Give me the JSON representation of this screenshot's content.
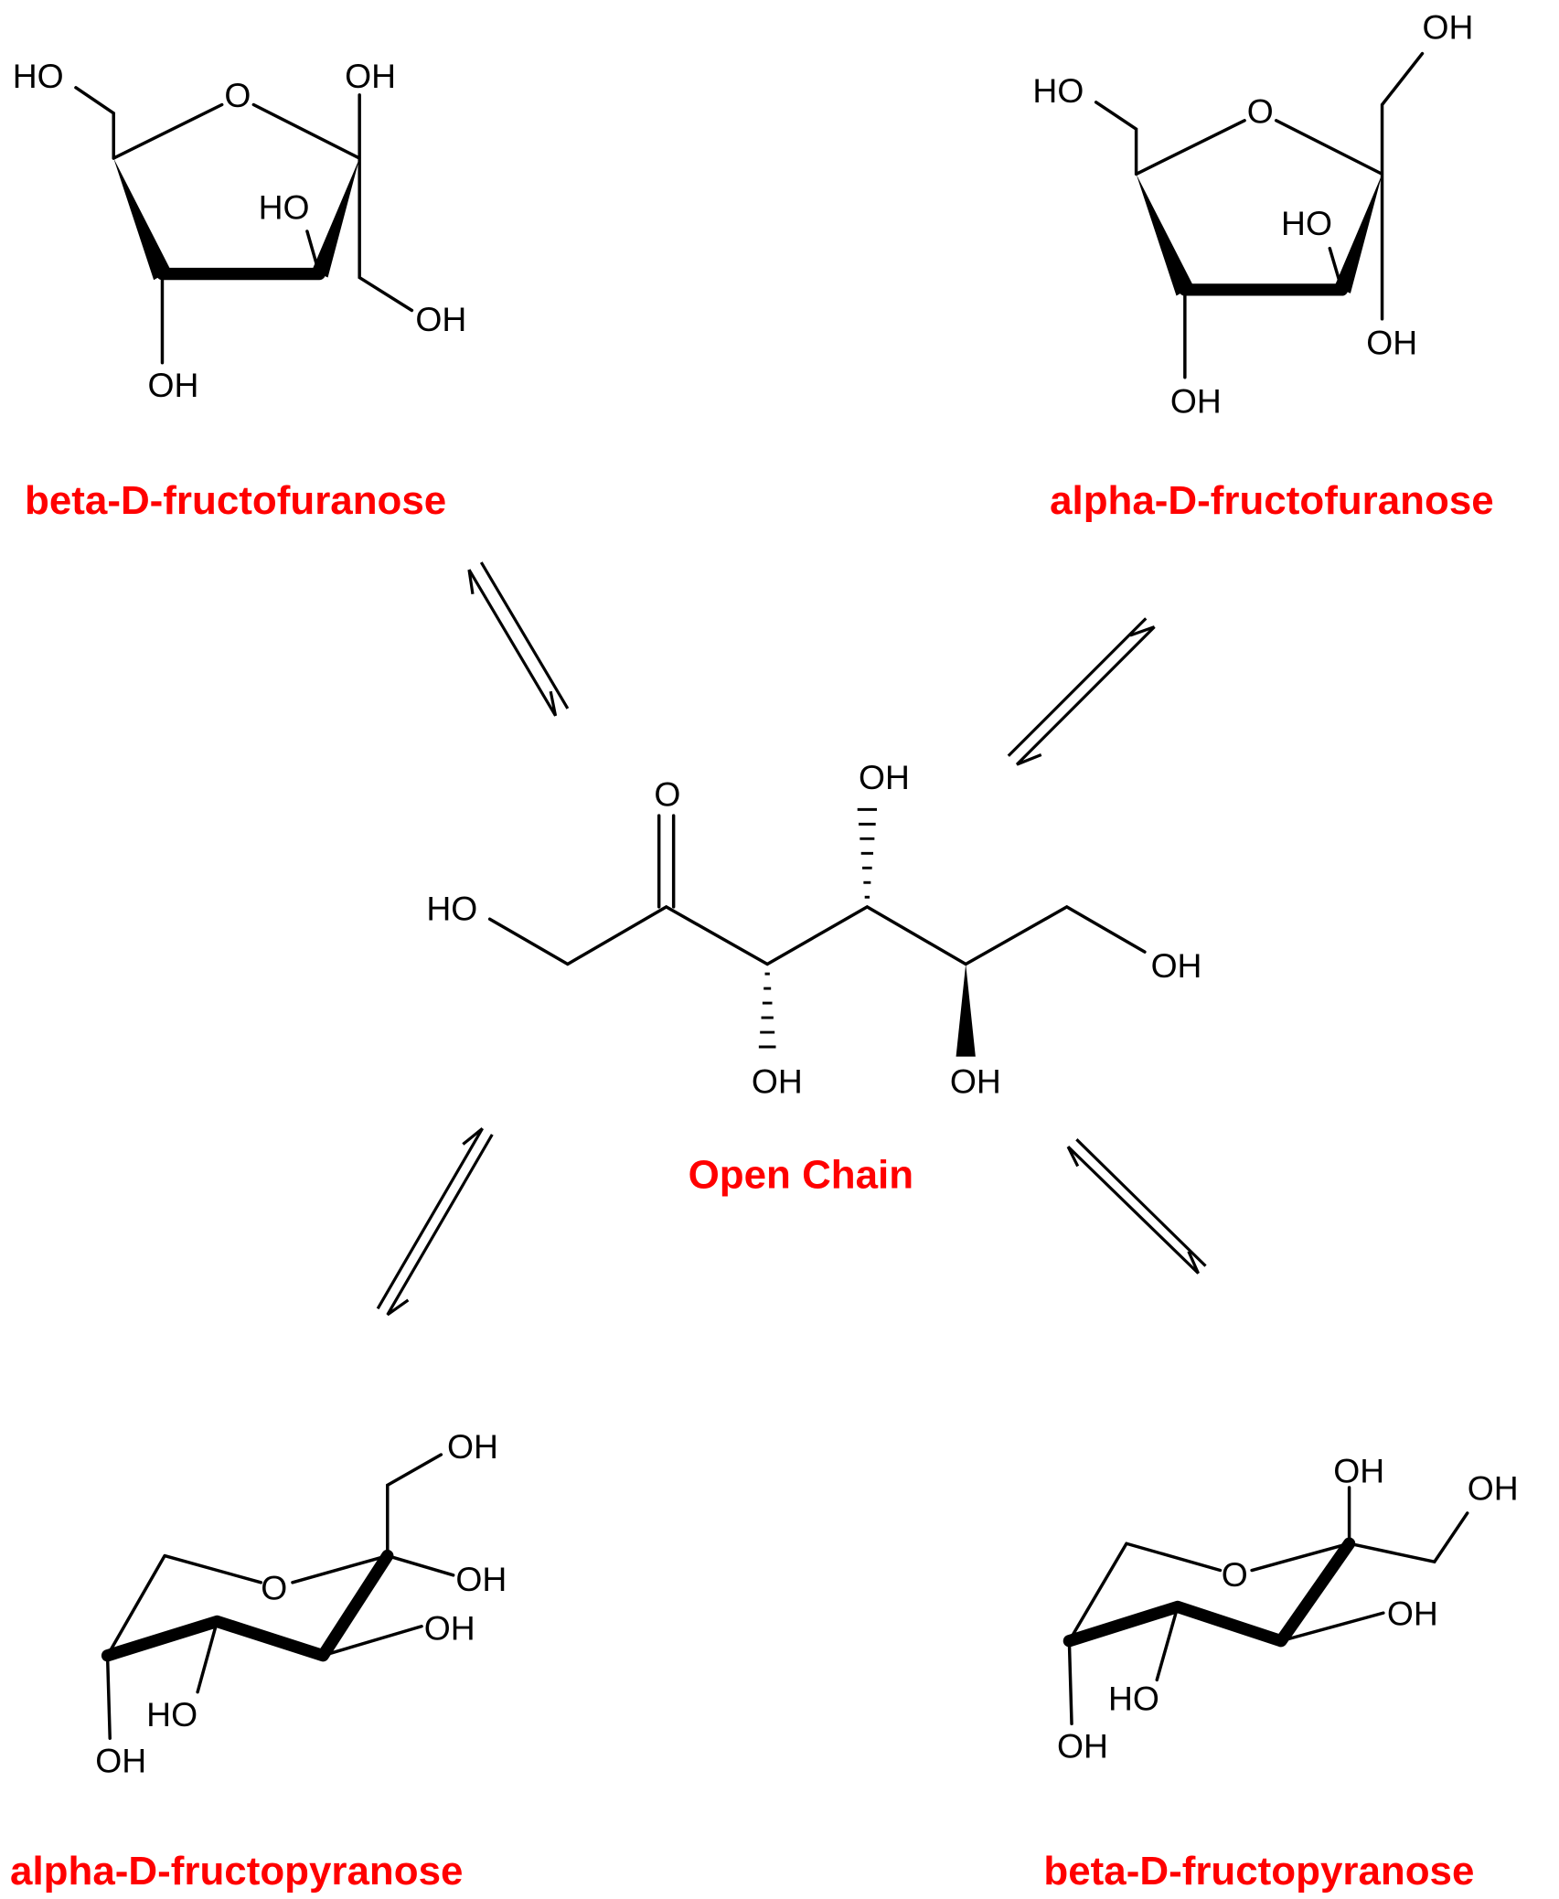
{
  "colors": {
    "label": "#FF0000",
    "bond": "#000000"
  },
  "structures": {
    "beta_furanose": {
      "name": "beta-D-fructofuranose",
      "atoms": [
        "HO",
        "O",
        "OH",
        "HO",
        "OH",
        "OH"
      ]
    },
    "alpha_furanose": {
      "name": "alpha-D-fructofuranose",
      "atoms": [
        "HO",
        "O",
        "OH",
        "HO",
        "OH",
        "OH"
      ]
    },
    "open_chain": {
      "name": "Open Chain",
      "atoms": [
        "HO",
        "O",
        "OH",
        "OH",
        "OH",
        "OH"
      ]
    },
    "alpha_pyranose": {
      "name": "alpha-D-fructopyranose",
      "atoms": [
        "O",
        "OH",
        "OH",
        "OH",
        "HO",
        "OH"
      ]
    },
    "beta_pyranose": {
      "name": "beta-D-fructopyranose",
      "atoms": [
        "O",
        "OH",
        "OH",
        "OH",
        "HO",
        "OH"
      ]
    }
  },
  "arrows": [
    "equilibrium",
    "equilibrium",
    "equilibrium",
    "equilibrium"
  ]
}
